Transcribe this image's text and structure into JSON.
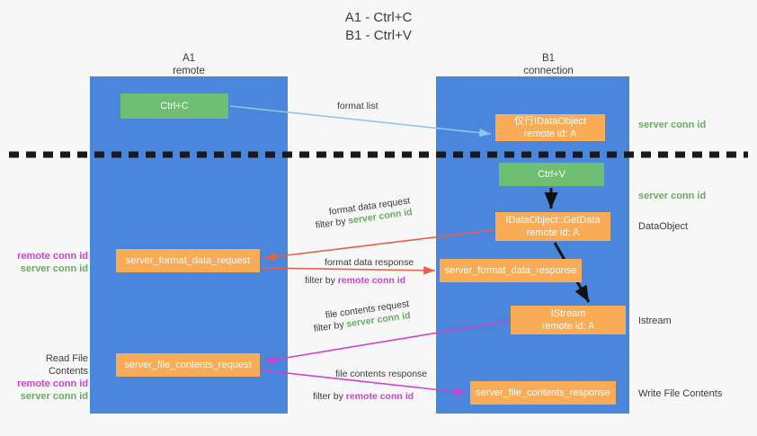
{
  "title": {
    "line1": "A1 - Ctrl+C",
    "line2": "B1 - Ctrl+V"
  },
  "colors": {
    "lane": "#4a86dc",
    "node_green": "#6fbf73",
    "node_orange": "#f9ab56",
    "server_conn": "#6aab62",
    "remote_conn": "#cc44cc",
    "divider": "#1a1a1a",
    "arrow_blue": "#8ec7e8",
    "arrow_red": "#e8604c",
    "arrow_magenta": "#cc44cc",
    "arrow_black": "#000000",
    "background": "#f7f7f7"
  },
  "columns": [
    {
      "name": "A1",
      "sub": "remote"
    },
    {
      "name": "B1",
      "sub": "connection"
    }
  ],
  "nodes": {
    "ctrl_c": {
      "label": "Ctrl+C",
      "kind": "green"
    },
    "idataobject": {
      "line1": "仅行IDataObject",
      "line2": "remote id: A",
      "kind": "orange"
    },
    "ctrl_v": {
      "label": "Ctrl+V",
      "kind": "green"
    },
    "getdata": {
      "line1": "IDataObject::GetData",
      "line2": "remote id: A",
      "kind": "orange"
    },
    "server_format_data_request": {
      "label": "server_format_data_request",
      "kind": "orange"
    },
    "server_format_data_response": {
      "label": "server_format_data_response",
      "kind": "orange"
    },
    "istream": {
      "line1": "IStream",
      "line2": "remote id: A",
      "kind": "orange"
    },
    "server_file_contents_request": {
      "label": "server_file_contents_request",
      "kind": "orange"
    },
    "server_file_contents_response": {
      "label": "server_file_contents_response",
      "kind": "orange"
    }
  },
  "edges": {
    "format_list": "format list",
    "format_data_request": "format data request",
    "format_data_request_filter_prefix": "filter by ",
    "format_data_request_filter_value": "server conn id",
    "format_data_response": "format data response",
    "format_data_response_filter_prefix": "filter by ",
    "format_data_response_filter_value": "remote conn id",
    "file_contents_request": "file contents request",
    "file_contents_request_filter_prefix": "filter by ",
    "file_contents_request_filter_value": "server conn id",
    "file_contents_response": "file contents response",
    "file_contents_response_filter_prefix": "filter by ",
    "file_contents_response_filter_value": "remote conn id"
  },
  "side_labels": {
    "server_conn_top": "server conn id",
    "server_conn_mid": "server conn id",
    "dataobject": "DataObject",
    "istream": "Istream",
    "write_file_contents": "Write File Contents",
    "left_remote_conn_1": "remote conn id",
    "left_server_conn_1": "server conn id",
    "read_file_contents": "Read File Contents",
    "left_remote_conn_2": "remote conn id",
    "left_server_conn_2": "server conn id"
  }
}
